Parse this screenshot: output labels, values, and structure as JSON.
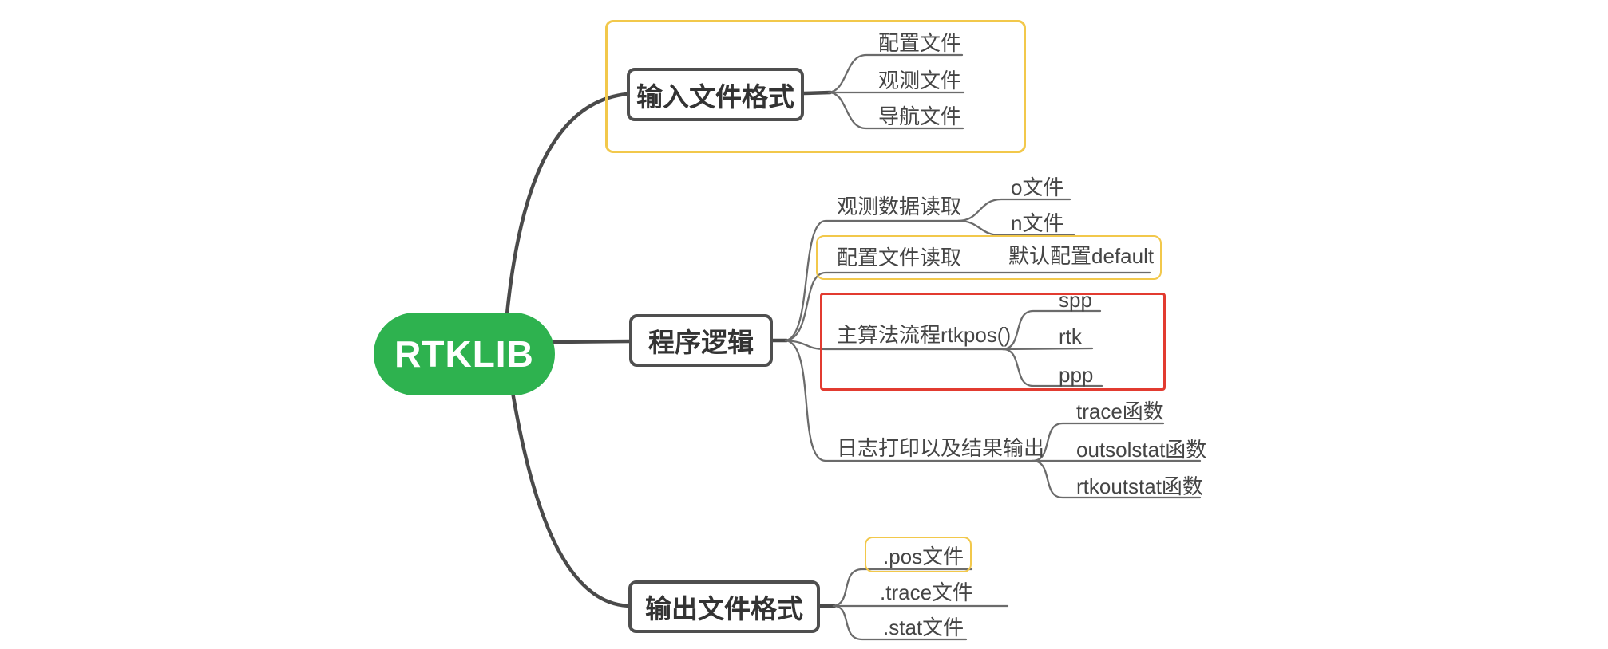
{
  "palette": {
    "root_fill": "#2eb24f",
    "root_text": "#ffffff",
    "highlight_yellow": "#f2c84b",
    "highlight_red": "#e23b30",
    "edge_dark": "#4a4a4a",
    "edge_gray": "#6b6b6b",
    "node_border": "#4f4f4f",
    "text": "#454545"
  },
  "mindmap": {
    "root": "RTKLIB",
    "branch1": {
      "label": "输入文件格式",
      "children": [
        "配置文件",
        "观测文件",
        "导航文件"
      ]
    },
    "branch2": {
      "label": "程序逻辑",
      "rows": [
        {
          "label": "观测数据读取",
          "children": [
            "o文件",
            "n文件"
          ]
        },
        {
          "label": "配置文件读取",
          "children": [
            "默认配置default"
          ]
        },
        {
          "label": "主算法流程rtkpos()",
          "children": [
            "spp",
            "rtk",
            "ppp"
          ]
        },
        {
          "label": "日志打印以及结果输出",
          "children": [
            "trace函数",
            "outsolstat函数",
            "rtkoutstat函数"
          ]
        }
      ]
    },
    "branch3": {
      "label": "输出文件格式",
      "children": [
        ".pos文件",
        ".trace文件",
        ".stat文件"
      ]
    }
  }
}
